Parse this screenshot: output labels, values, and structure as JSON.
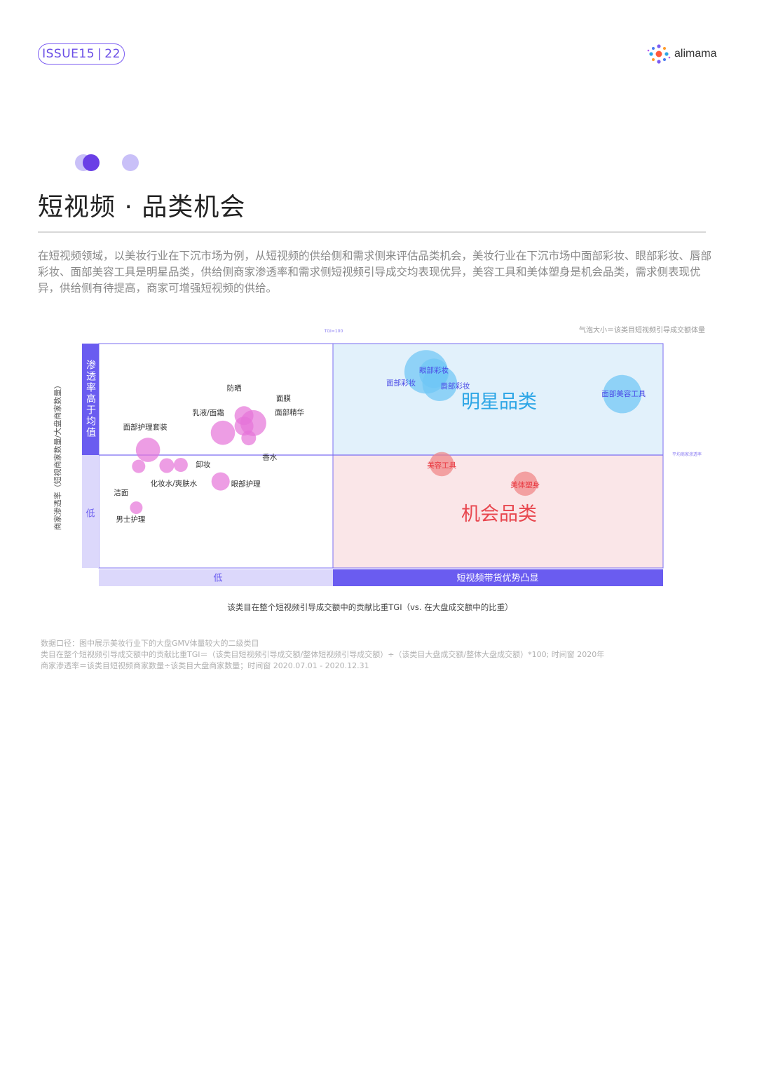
{
  "header": {
    "issue": "ISSUE15",
    "page": "22",
    "logo_text": "alimama"
  },
  "section": {
    "title": "短视频 · 品类机会",
    "intro": "在短视频领域，以美妆行业在下沉市场为例，从短视频的供给侧和需求侧来评估品类机会，美妆行业在下沉市场中面部彩妆、眼部彩妆、唇部彩妆、面部美容工具是明星品类，供给侧商家渗透率和需求侧短视频引导成交均表现优异，美容工具和美体塑身是机会品类，需求侧表现优异，供给侧有待提高，商家可增强短视频的供给。"
  },
  "chart_data": {
    "type": "scatter",
    "bubble_size_note": "气泡大小＝该类目短视频引导成交额体量",
    "ref_x_label": "TGI=100",
    "ref_y_label": "平均商家渗透率",
    "ylabel": "商家渗透率（短视商家数量/大盘商家数量）",
    "xlabel": "该类目在整个短视频引导成交额中的贡献比重TGI（vs. 在大盘成交额中的比重）",
    "y_band_high": "渗透率高于均值",
    "y_band_low": "低",
    "x_band_low": "低",
    "x_band_high": "短视频带货优势凸显",
    "quadrant_star": "明星品类",
    "quadrant_opportunity": "机会品类",
    "colors": {
      "star_bubble": "#6fc6f5",
      "star_fill": "#e2f1fb",
      "star_label": "#4a4ae6",
      "opp_bubble": "#f08585",
      "opp_fill": "#fae6e8",
      "opp_label": "#e8363e",
      "other_bubble": "#e574d8",
      "other_label": "#333333",
      "title_star": "#2da6e6",
      "title_opp": "#e8464e",
      "axis_accent": "#6a5cf0",
      "axis_light": "#dcd8fb"
    },
    "points": [
      {
        "name": "面部护理套装",
        "group": "other",
        "x": 0.21,
        "y": 0.107,
        "size": 0.45
      },
      {
        "name": "洁面",
        "group": "other",
        "x": 0.17,
        "y": 0.085,
        "size": 0.14
      },
      {
        "name": "化妆水/爽肤水",
        "group": "other",
        "x": 0.29,
        "y": 0.086,
        "size": 0.18
      },
      {
        "name": "卸妆",
        "group": "other",
        "x": 0.35,
        "y": 0.087,
        "size": 0.16
      },
      {
        "name": "眼部护理",
        "group": "other",
        "x": 0.52,
        "y": 0.065,
        "size": 0.28
      },
      {
        "name": "男士护理",
        "group": "other",
        "x": 0.16,
        "y": 0.03,
        "size": 0.12
      },
      {
        "name": "乳液/面霜",
        "group": "other",
        "x": 0.53,
        "y": 0.13,
        "size": 0.45
      },
      {
        "name": "防晒",
        "group": "other",
        "x": 0.62,
        "y": 0.153,
        "size": 0.3
      },
      {
        "name": "面膜",
        "group": "other",
        "x": 0.66,
        "y": 0.143,
        "size": 0.5
      },
      {
        "name": "面部精华",
        "group": "other",
        "x": 0.62,
        "y": 0.139,
        "size": 0.3
      },
      {
        "name": "香水",
        "group": "other",
        "x": 0.64,
        "y": 0.123,
        "size": 0.18
      },
      {
        "name": "眼部彩妆",
        "group": "star",
        "x": 1.48,
        "y": 0.212,
        "size": 1.0
      },
      {
        "name": "唇部彩妆",
        "group": "star",
        "x": 1.55,
        "y": 0.196,
        "size": 0.75
      },
      {
        "name": "面部彩妆",
        "group": "star",
        "x": 1.52,
        "y": 0.21,
        "size": 0.6
      },
      {
        "name": "面部美容工具",
        "group": "star",
        "x": 2.49,
        "y": 0.182,
        "size": 0.85
      },
      {
        "name": "美容工具",
        "group": "opportunity",
        "x": 1.56,
        "y": 0.088,
        "size": 0.45
      },
      {
        "name": "美体塑身",
        "group": "opportunity",
        "x": 1.99,
        "y": 0.062,
        "size": 0.45
      }
    ],
    "xlim": [
      0,
      2.7
    ],
    "ylim": [
      -0.05,
      0.25
    ],
    "x_ref": 1.0,
    "y_ref": 0.1
  },
  "notes": [
    "数据口径：图中展示美妆行业下的大盘GMV体量较大的二级类目",
    "类目在整个短视频引导成交额中的贡献比重TGI＝（该类目短视频引导成交额/整体短视频引导成交额）÷（该类目大盘成交额/整体大盘成交额）*100; 时间窗 2020年",
    "商家渗透率＝该类目短视频商家数量÷该类目大盘商家数量；时间窗 2020.07.01 - 2020.12.31"
  ]
}
